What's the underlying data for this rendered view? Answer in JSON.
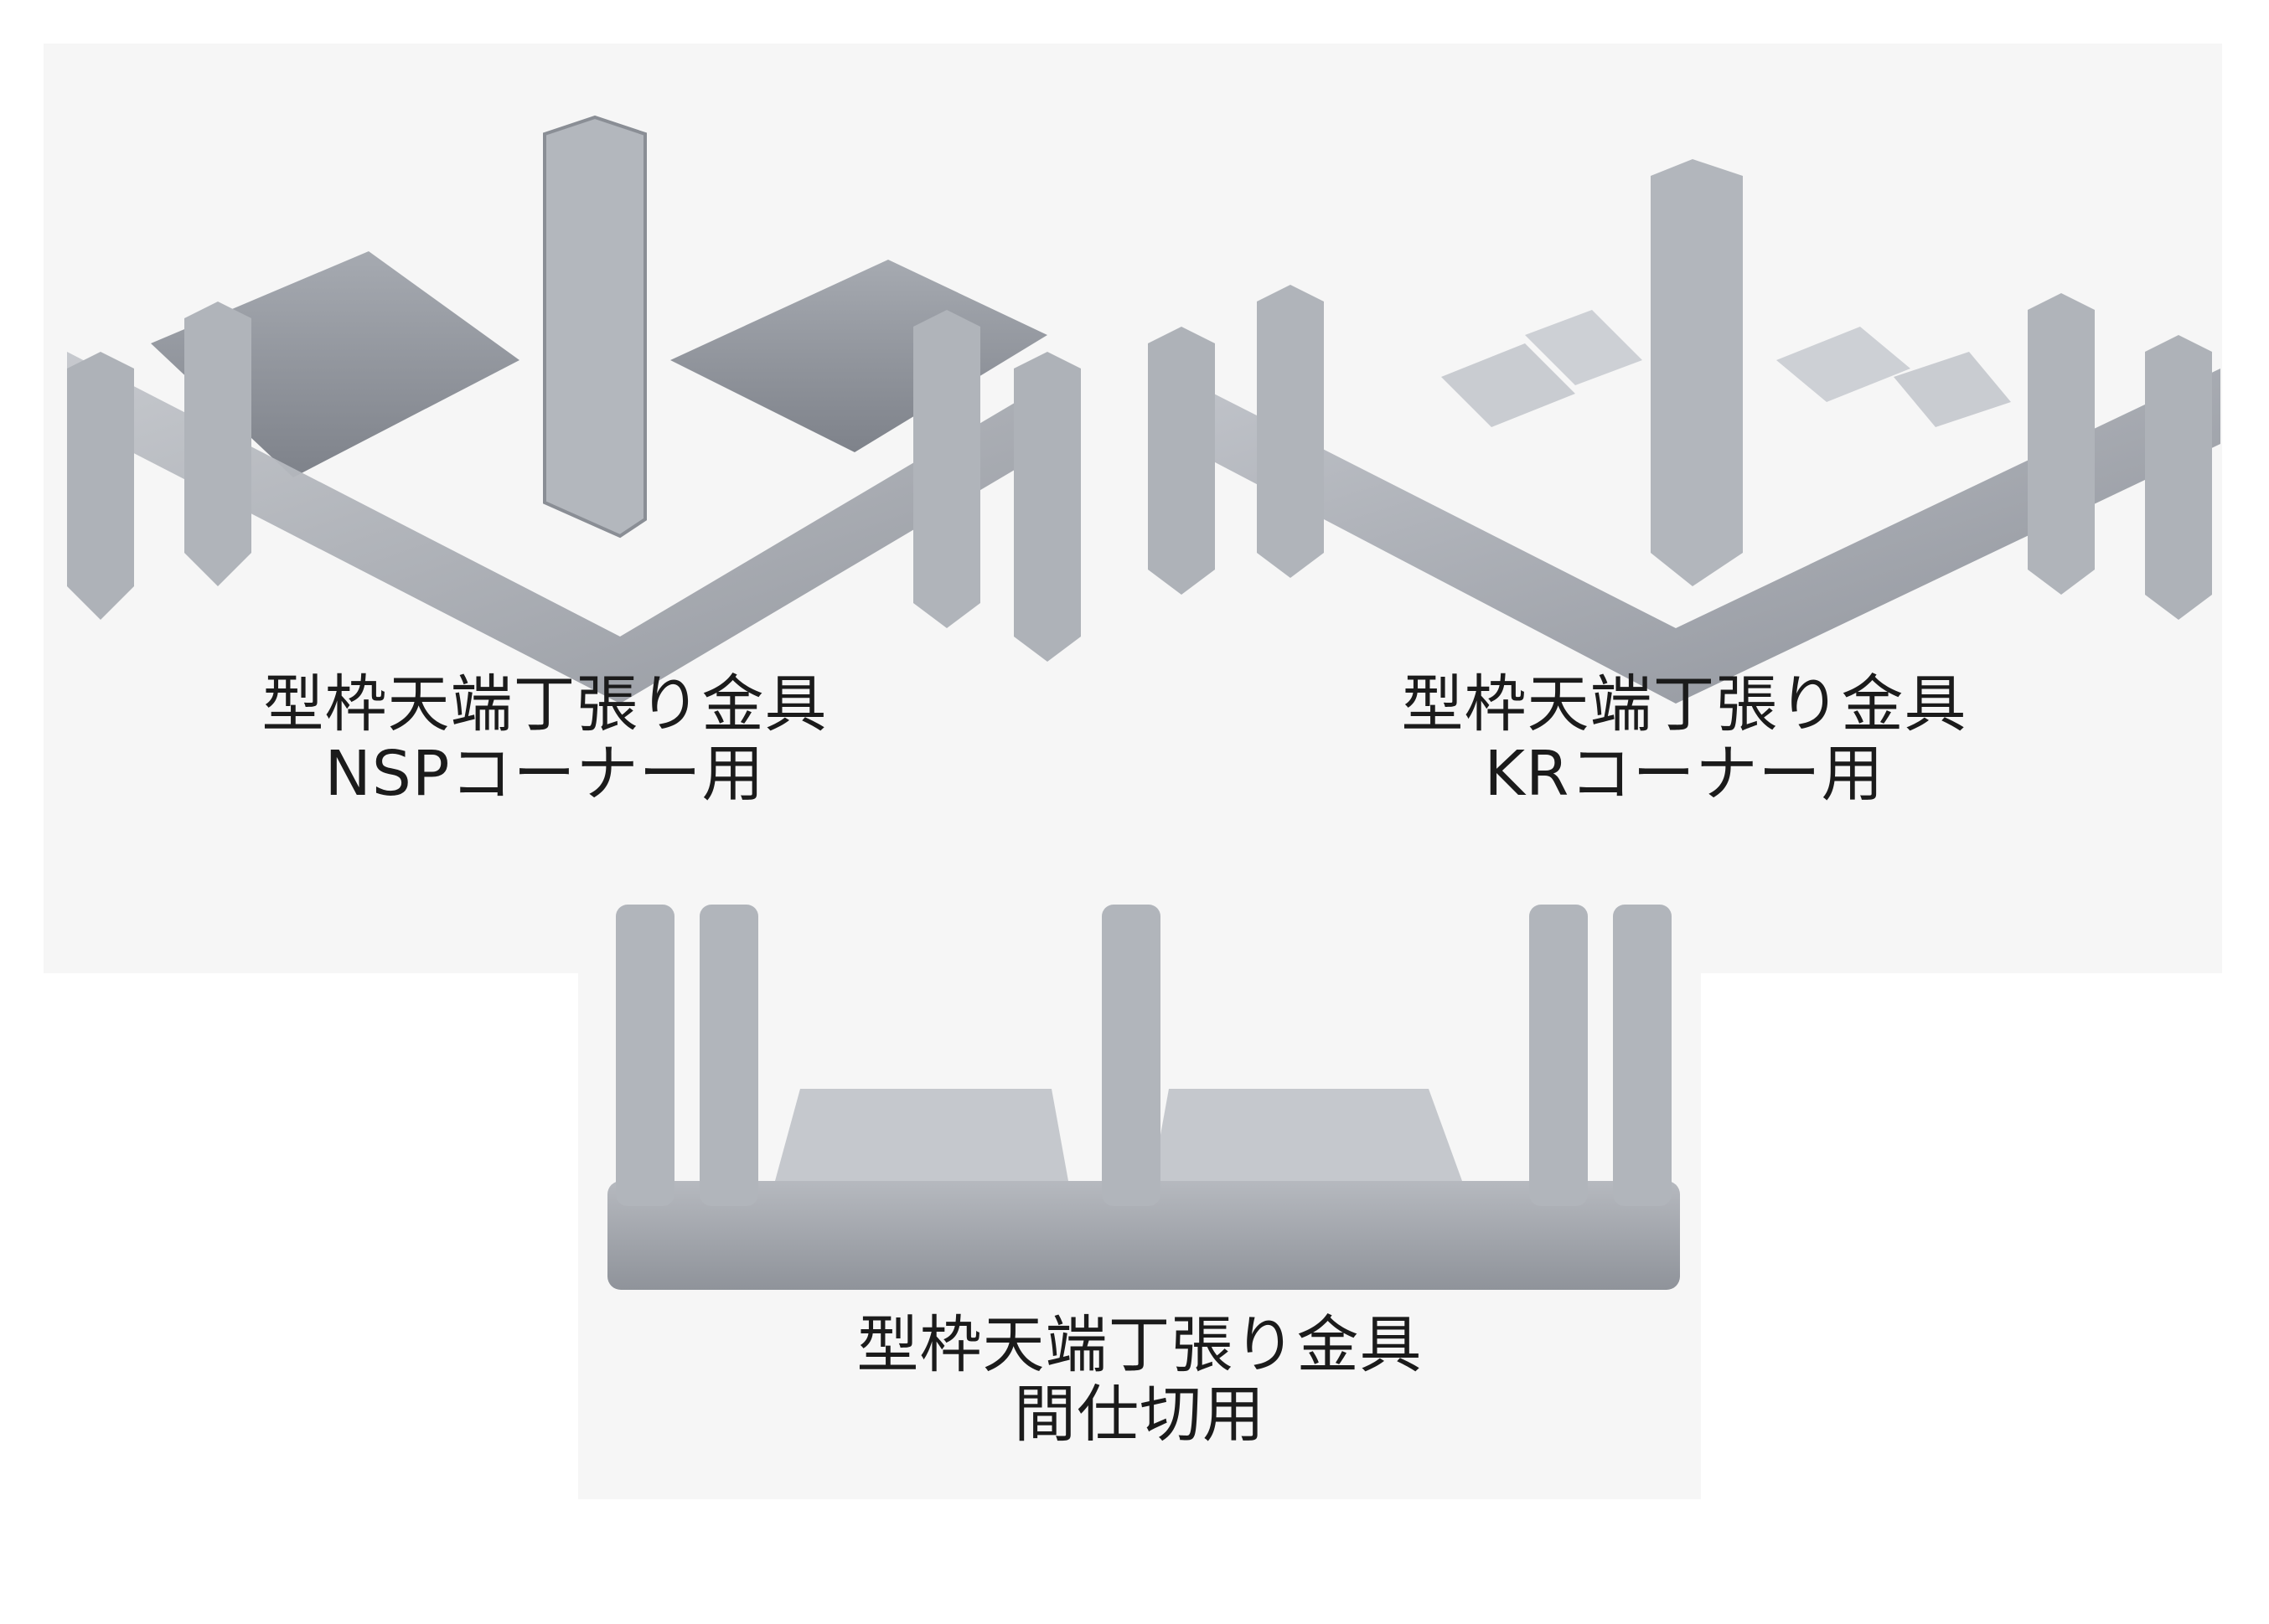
{
  "products": [
    {
      "id": "nsp",
      "caption_line1": "型枠天端丁張り金具",
      "caption_line2": "NSPコーナー用"
    },
    {
      "id": "kr",
      "caption_line1": "型枠天端丁張り金具",
      "caption_line2": "KRコーナー用"
    },
    {
      "id": "partition",
      "caption_line1": "型枠天端丁張り金具",
      "caption_line2": "間仕切用"
    }
  ],
  "colors": {
    "metal_light": "#b9bcc2",
    "metal_mid": "#9a9ea6",
    "metal_dark": "#7d8189",
    "background": "#f6f6f6"
  }
}
